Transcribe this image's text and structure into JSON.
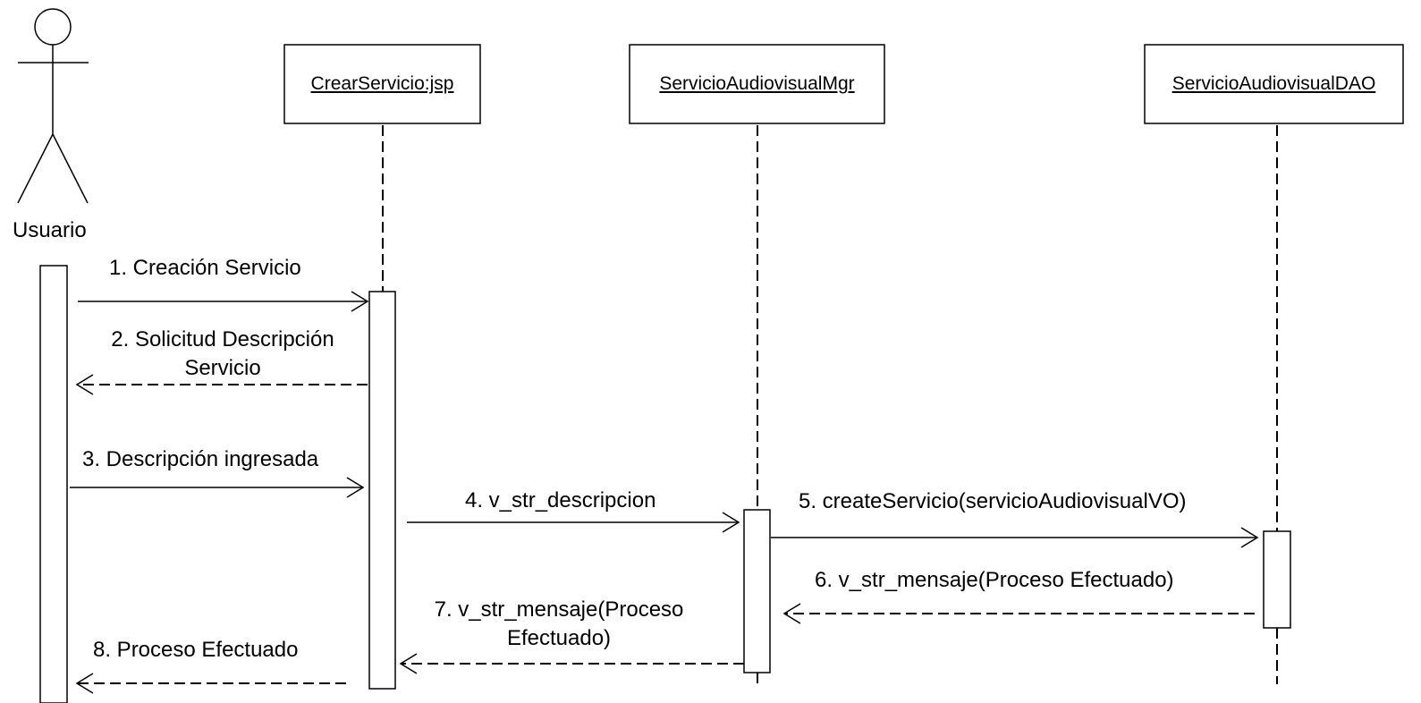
{
  "actor": {
    "name": "Usuario"
  },
  "objects": [
    {
      "id": "jsp",
      "label": "CrearServicio:jsp"
    },
    {
      "id": "mgr",
      "label": "ServicioAudiovisualMgr"
    },
    {
      "id": "dao",
      "label": "ServicioAudiovisualDAO"
    }
  ],
  "messages": [
    {
      "n": 1,
      "text": "1. Creación Servicio",
      "from": "Usuario",
      "to": "CrearServicio:jsp",
      "kind": "call"
    },
    {
      "n": 2,
      "line1": "2. Solicitud Descripción",
      "line2": "Servicio",
      "from": "CrearServicio:jsp",
      "to": "Usuario",
      "kind": "return"
    },
    {
      "n": 3,
      "text": "3. Descripción ingresada",
      "from": "Usuario",
      "to": "CrearServicio:jsp",
      "kind": "call"
    },
    {
      "n": 4,
      "text": "4. v_str_descripcion",
      "from": "CrearServicio:jsp",
      "to": "ServicioAudiovisualMgr",
      "kind": "call"
    },
    {
      "n": 5,
      "text": "5. createServicio(servicioAudiovisualVO)",
      "from": "ServicioAudiovisualMgr",
      "to": "ServicioAudiovisualDAO",
      "kind": "call"
    },
    {
      "n": 6,
      "text": "6. v_str_mensaje(Proceso Efectuado)",
      "from": "ServicioAudiovisualDAO",
      "to": "ServicioAudiovisualMgr",
      "kind": "return"
    },
    {
      "n": 7,
      "line1": "7. v_str_mensaje(Proceso",
      "line2": "Efectuado)",
      "from": "ServicioAudiovisualMgr",
      "to": "CrearServicio:jsp",
      "kind": "return"
    },
    {
      "n": 8,
      "text": "8. Proceso Efectuado",
      "from": "CrearServicio:jsp",
      "to": "Usuario",
      "kind": "return"
    }
  ]
}
